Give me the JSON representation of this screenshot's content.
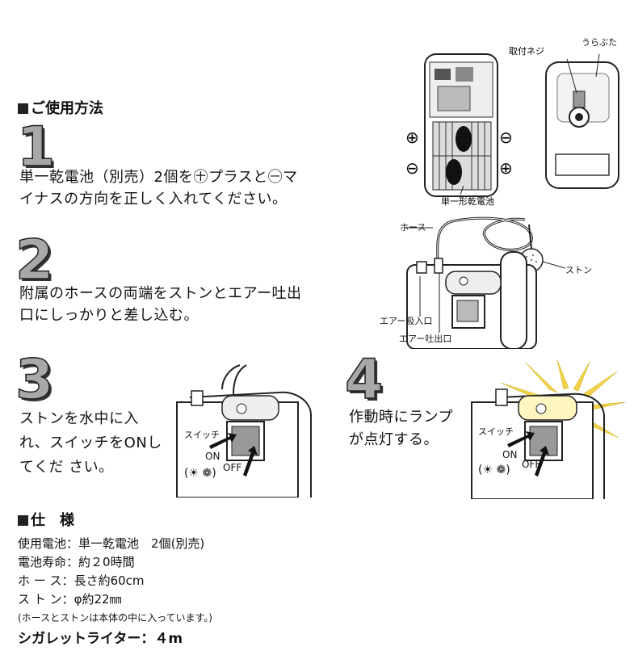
{
  "usage_heading": "ご使用方法",
  "steps": [
    {
      "number": "1",
      "text_line1": "単一乾電池（別売）2個を㊉プラスと㊀マ",
      "text_line2": "イナスの方向を正しく入れてください。"
    },
    {
      "number": "2",
      "text_line1": "附属のホースの両端をストンとエアー吐出",
      "text_line2": "口にしっかりと差し込む。"
    },
    {
      "number": "3",
      "text_line1": "ストンを水中に入",
      "text_line2": "れ、スイッチをONし",
      "text_line3": "てくだ さい。"
    },
    {
      "number": "4",
      "text_line1": "作動時にランプ",
      "text_line2": "が点灯する。"
    }
  ],
  "fig1": {
    "screw_label": "取付ネジ",
    "cover_label": "うらぶた",
    "battery_label": "単一形乾電池",
    "plus": "⊕",
    "minus": "⊖"
  },
  "fig2": {
    "hose_label": "ホース",
    "stone_label": "ストン",
    "intake_label": "エアー吸入口",
    "outlet_label": "エアー吐出口"
  },
  "fig3": {
    "switch_label": "スイッチ",
    "on_label": "ON",
    "off_label": "OFF",
    "icons_label": "(☀ ❁)"
  },
  "fig4": {
    "switch_label": "スイッチ",
    "on_label": "ON",
    "off_label": "OFF",
    "icons_label": "(☀ ❁)"
  },
  "specs_heading": "仕　様",
  "specs": [
    {
      "label": "使用電池",
      "sep": "：",
      "value": "単一乾電池　2個(別売)"
    },
    {
      "label": "電池寿命",
      "sep": "：",
      "value": "約２0時間"
    },
    {
      "label": "ホ ー ス",
      "sep": "：",
      "value": "長さ約60cm"
    },
    {
      "label": "ス ト ン",
      "sep": "：",
      "value": "φ約22㎜"
    }
  ],
  "spec_note": "(ホースとストンは本体の中に入っています。)",
  "cigarette_spec": "シガレットライター：４m"
}
